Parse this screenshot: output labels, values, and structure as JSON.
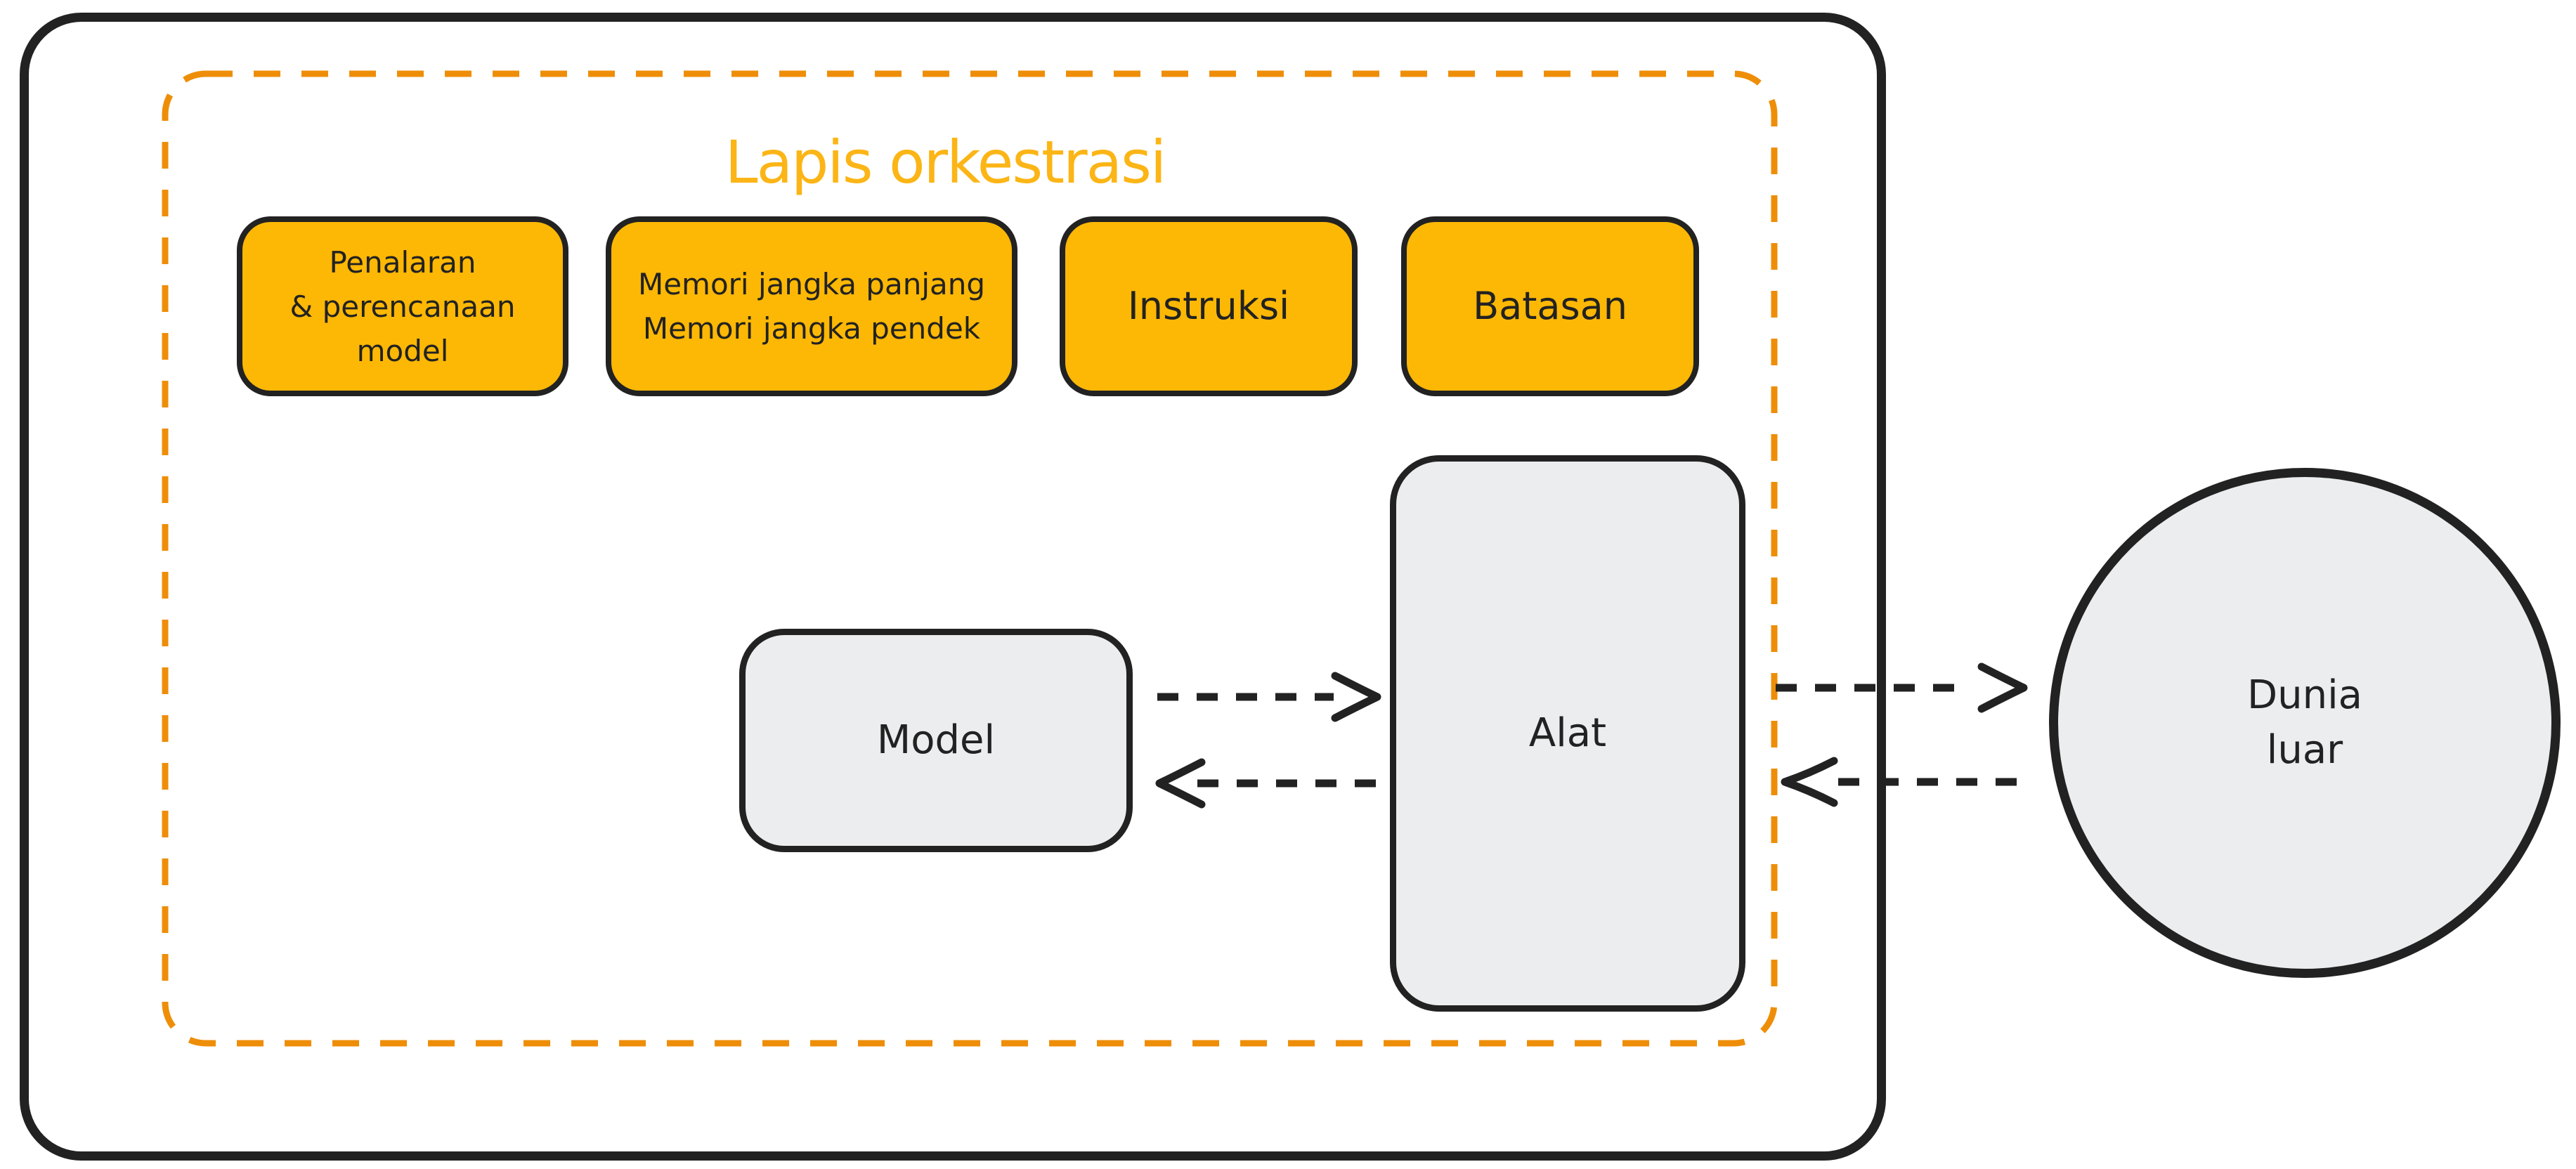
{
  "diagram": {
    "title": "Lapis orkestrasi",
    "orchestration": {
      "components": [
        {
          "id": "reasoning-planning",
          "label": "Penalaran\n& perencanaan\nmodel"
        },
        {
          "id": "memory",
          "label": "Memori jangka panjang\nMemori jangka pendek"
        },
        {
          "id": "instructions",
          "label": "Instruksi"
        },
        {
          "id": "guardrails",
          "label": "Batasan"
        }
      ],
      "model_label": "Model",
      "tools_label": "Alat"
    },
    "outside_world_label": "Dunia\nluar",
    "connections": [
      {
        "from": "Model",
        "to": "Alat",
        "style": "dashed-arrow"
      },
      {
        "from": "Alat",
        "to": "Model",
        "style": "dashed-arrow"
      },
      {
        "from": "Alat",
        "to": "Dunia luar",
        "style": "dashed-arrow"
      },
      {
        "from": "Dunia luar",
        "to": "Alat",
        "style": "dashed-arrow"
      }
    ],
    "colors": {
      "component_fill": "#fdb805",
      "orchestration_border": "#ee8e08",
      "title": "#fcb516",
      "node_fill": "#ebedef",
      "ink": "#222222"
    }
  }
}
